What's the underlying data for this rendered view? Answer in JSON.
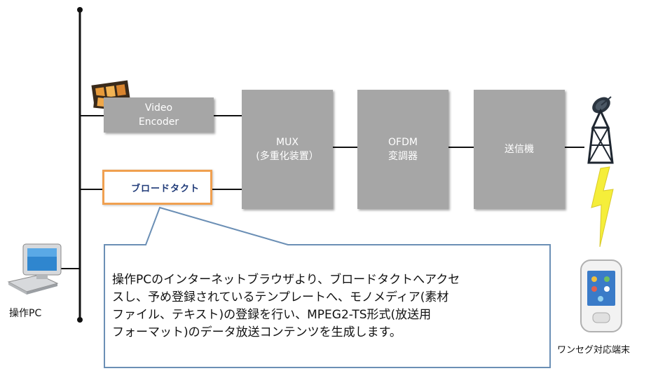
{
  "blocks": {
    "encoder": [
      "Video",
      "Encoder"
    ],
    "mux": [
      "MUX",
      "(多重化装置）"
    ],
    "ofdm": [
      "OFDM",
      "変調器"
    ],
    "tx": [
      "送信機"
    ]
  },
  "logo": {
    "text": "ブロードタクト"
  },
  "callout": {
    "lines": [
      "操作PCのインターネットブラウザより、ブロードタクトへアクセ",
      "スし、予め登録されているテンプレートへ、モノメディア(素材",
      "ファイル、テキスト)の登録を行い、MPEG2-TS形式(放送用",
      "フォーマット)のデータ放送コンテンツを生成します。"
    ]
  },
  "labels": {
    "pc": "操作PC",
    "phone": "ワンセグ対応端末"
  },
  "icons": [
    "film-reel-icon",
    "pc-icon",
    "antenna-tower-icon",
    "lightning-icon",
    "mobile-phone-icon"
  ],
  "colors": {
    "block": "#a6a6a6",
    "logo_border": "#f0a050",
    "callout_border": "#6b8fb5",
    "lightning": "#f5ee3a"
  }
}
